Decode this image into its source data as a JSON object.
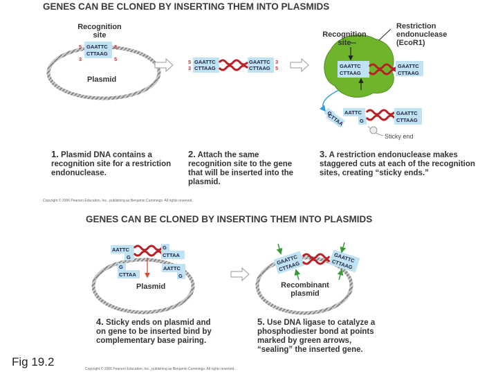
{
  "top": {
    "title": "GENES CAN BE CLONED BY INSERTING THEM INTO PLASMIDS",
    "recognition_site_label_1": "Recognition",
    "recognition_site_label_2": "site",
    "plasmid_label": "Plasmid",
    "recog_site_label_1": "Recognition",
    "recog_site_label_2": "site",
    "enzyme_label_1": "Restriction",
    "enzyme_label_2": "endonuclease",
    "enzyme_label_3": "(EcoR1)",
    "sticky_end_label": "Sticky end",
    "seq_gaattc": "GAATTC",
    "seq_cttaag": "CTTAAG",
    "seq_aattc": "AATTC",
    "seq_g": "G",
    "seq_cttaa": "CTTAA",
    "end_5": "5",
    "end_3": "3",
    "step1_num": "1.",
    "step1_text": "Plasmid DNA contains a recognition site for a restriction endonuclease.",
    "step2_num": "2.",
    "step2_text": "Attach the same recognition site to the gene that will be inserted into the plasmid.",
    "step3_num": "3.",
    "step3_text": "A restriction endonuclease makes staggered cuts at each of the recognition sites, creating “sticky ends.”",
    "copyright": "Copyright © 2006 Pearson Education, Inc., publishing as Benjamin Cummings. All rights reserved."
  },
  "bottom": {
    "title": "GENES CAN BE CLONED BY INSERTING THEM INTO PLASMIDS",
    "plasmid_label": "Plasmid",
    "recombinant_label_1": "Recombinant",
    "recombinant_label_2": "plasmid",
    "seq_aatt": "AATTC",
    "seq_g": "G",
    "seq_cttaa": "CTTAA",
    "seq_gaattc": "GAATTC",
    "seq_cttaag": "CTTAAG",
    "step4_num": "4.",
    "step4_text": "Sticky ends on plasmid and on gene to be inserted bind by complementary base pairing.",
    "step5_num": "5.",
    "step5_text": "Use DNA ligase to catalyze a phosphodiester bond at points marked by green arrows, “sealing” the inserted gene.",
    "copyright": "Copyright © 2006 Pearson Education, Inc., publishing as Benjamin Cummings. All rights reserved."
  },
  "figure_label": "Fig 19.2",
  "colors": {
    "enzyme": "#6fb52c",
    "dna_red": "#b82025",
    "seq_box": "#bfe3f2",
    "arrow_green": "#3a9a3a",
    "arrow_blue": "#2b9fd9",
    "plasmid": "#8c8c8c"
  }
}
